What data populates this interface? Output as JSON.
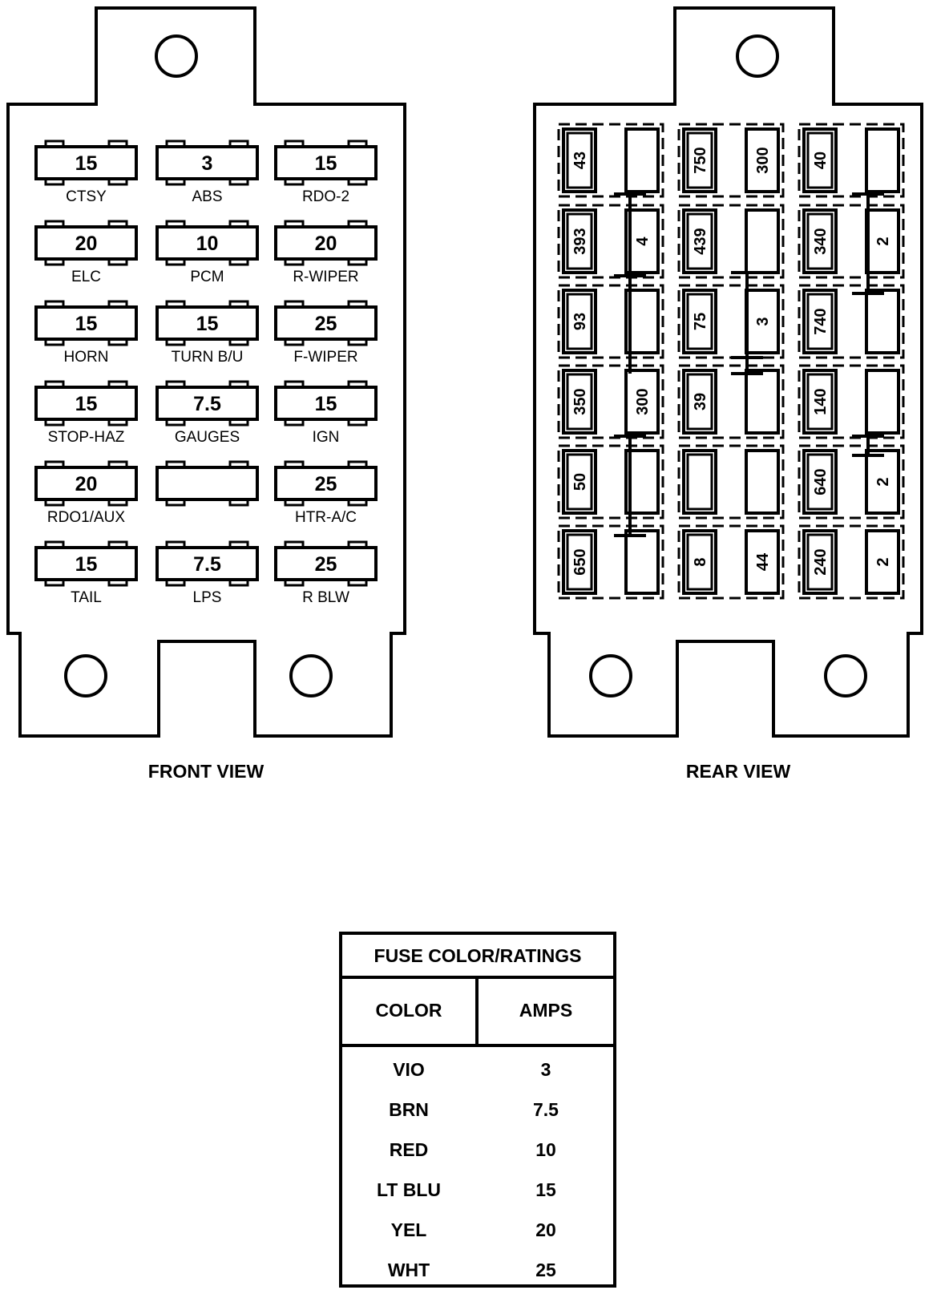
{
  "front_view": {
    "caption": "FRONT VIEW",
    "fuses": [
      {
        "value": "15",
        "label": "CTSY"
      },
      {
        "value": "3",
        "label": "ABS"
      },
      {
        "value": "15",
        "label": "RDO-2"
      },
      {
        "value": "20",
        "label": "ELC"
      },
      {
        "value": "10",
        "label": "PCM"
      },
      {
        "value": "20",
        "label": "R-WIPER"
      },
      {
        "value": "15",
        "label": "HORN"
      },
      {
        "value": "15",
        "label": "TURN B/U"
      },
      {
        "value": "25",
        "label": "F-WIPER"
      },
      {
        "value": "15",
        "label": "STOP-HAZ"
      },
      {
        "value": "7.5",
        "label": "GAUGES"
      },
      {
        "value": "15",
        "label": "IGN"
      },
      {
        "value": "20",
        "label": "RDO1/AUX"
      },
      {
        "value": "",
        "label": ""
      },
      {
        "value": "25",
        "label": "HTR-A/C"
      },
      {
        "value": "15",
        "label": "TAIL"
      },
      {
        "value": "7.5",
        "label": "LPS"
      },
      {
        "value": "25",
        "label": "R BLW"
      }
    ]
  },
  "rear_view": {
    "caption": "REAR VIEW",
    "cells": [
      {
        "left": "43",
        "right": ""
      },
      {
        "left": "750",
        "right": "300"
      },
      {
        "left": "40",
        "right": ""
      },
      {
        "left": "393",
        "right": "4"
      },
      {
        "left": "439",
        "right": ""
      },
      {
        "left": "340",
        "right": "2"
      },
      {
        "left": "93",
        "right": ""
      },
      {
        "left": "75",
        "right": "3"
      },
      {
        "left": "740",
        "right": ""
      },
      {
        "left": "350",
        "right": "300"
      },
      {
        "left": "39",
        "right": ""
      },
      {
        "left": "140",
        "right": ""
      },
      {
        "left": "50",
        "right": ""
      },
      {
        "left": "",
        "right": ""
      },
      {
        "left": "640",
        "right": "2"
      },
      {
        "left": "650",
        "right": ""
      },
      {
        "left": "8",
        "right": "44"
      },
      {
        "left": "240",
        "right": "2"
      }
    ]
  },
  "ratings_table": {
    "title": "FUSE COLOR/RATINGS",
    "headers": [
      "COLOR",
      "AMPS"
    ],
    "rows": [
      {
        "color": "VIO",
        "amps": "3"
      },
      {
        "color": "BRN",
        "amps": "7.5"
      },
      {
        "color": "RED",
        "amps": "10"
      },
      {
        "color": "LT BLU",
        "amps": "15"
      },
      {
        "color": "YEL",
        "amps": "20"
      },
      {
        "color": "WHT",
        "amps": "25"
      }
    ]
  }
}
